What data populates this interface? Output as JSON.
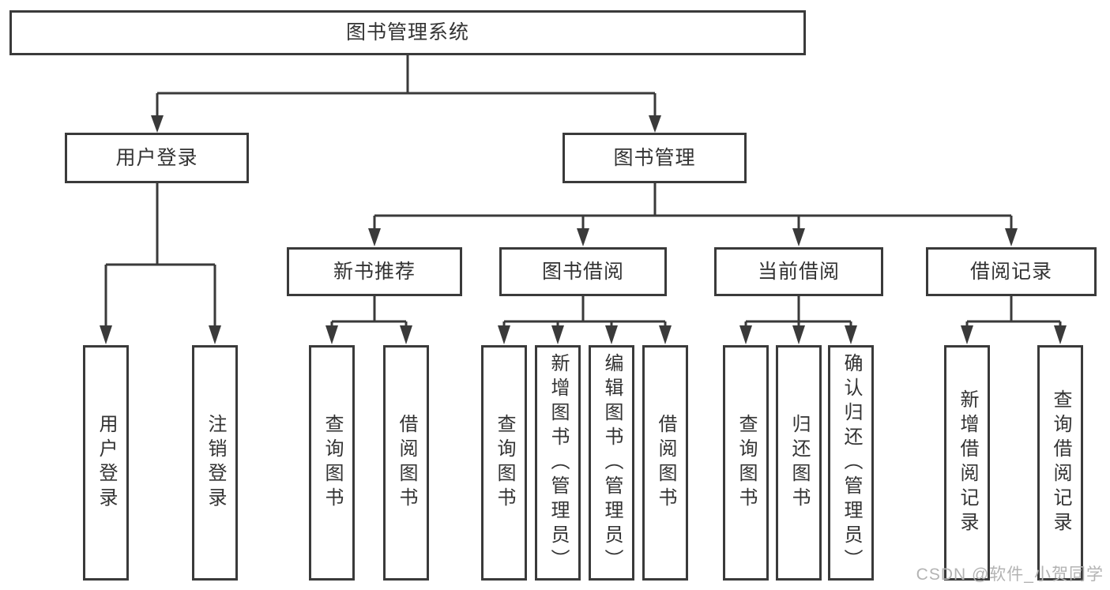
{
  "diagram": {
    "type": "hierarchy-tree",
    "root": {
      "label": "图书管理系统",
      "children": [
        {
          "label": "用户登录",
          "children": [
            {
              "label": "用户登录"
            },
            {
              "label": "注销登录"
            }
          ]
        },
        {
          "label": "图书管理",
          "children": [
            {
              "label": "新书推荐",
              "children": [
                {
                  "label": "查询图书"
                },
                {
                  "label": "借阅图书"
                }
              ]
            },
            {
              "label": "图书借阅",
              "children": [
                {
                  "label": "查询图书"
                },
                {
                  "label": "新增图书（管理员）"
                },
                {
                  "label": "编辑图书（管理员）"
                },
                {
                  "label": "借阅图书"
                }
              ]
            },
            {
              "label": "当前借阅",
              "children": [
                {
                  "label": "查询图书"
                },
                {
                  "label": "归还图书"
                },
                {
                  "label": "确认归还（管理员）"
                }
              ]
            },
            {
              "label": "借阅记录",
              "children": [
                {
                  "label": "新增借阅记录"
                },
                {
                  "label": "查询借阅记录"
                }
              ]
            }
          ]
        }
      ]
    }
  },
  "watermark": {
    "text": "CSDN @软件_小贺同学"
  },
  "colors": {
    "line": "#3a3a3a",
    "box_border": "#3a3a3a",
    "box_fill": "#ffffff",
    "text": "#333333",
    "watermark": "#b3b3b3",
    "background": "#ffffff"
  }
}
